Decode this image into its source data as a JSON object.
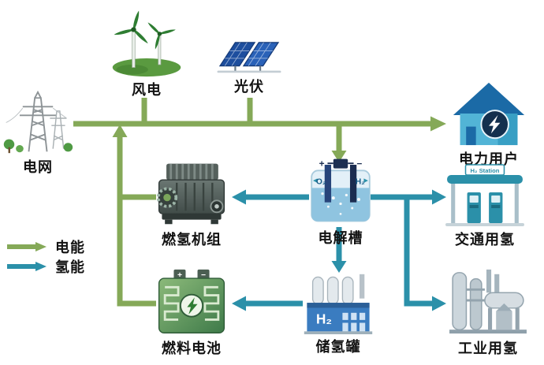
{
  "colors": {
    "electric": "#85a958",
    "hydrogen": "#2b90a9"
  },
  "legend": {
    "electric_label": "电能",
    "hydrogen_label": "氢能"
  },
  "nodes": {
    "grid": {
      "label": "电网"
    },
    "wind": {
      "label": "风电"
    },
    "solar": {
      "label": "光伏"
    },
    "power_user": {
      "label": "电力用户"
    },
    "h2_engine": {
      "label": "燃氢机组"
    },
    "electrolyzer": {
      "label": "电解槽",
      "plus": "+",
      "minus": "−",
      "o2": "O₂",
      "h2": "H₂"
    },
    "transport_h2": {
      "label": "交通用氢",
      "sign": "H₂ Station"
    },
    "fuel_cell": {
      "label": "燃料电池",
      "plus": "+",
      "minus": "−"
    },
    "h2_tank": {
      "label": "储氢罐",
      "h2": "H₂"
    },
    "industry_h2": {
      "label": "工业用氢"
    }
  }
}
